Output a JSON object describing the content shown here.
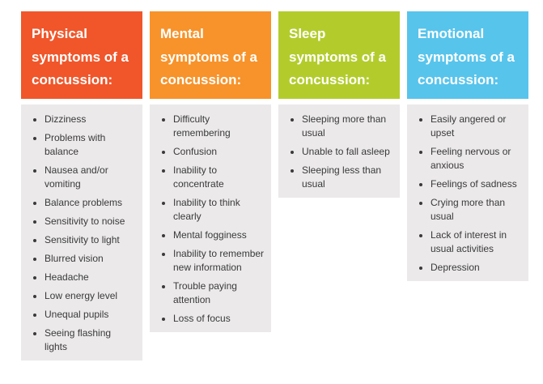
{
  "columns": [
    {
      "title_lines": [
        "Physical",
        "symptoms of a",
        "concussion:"
      ],
      "color": "#f0562a",
      "items": [
        "Dizziness",
        "Problems with balance",
        "Nausea and/or vomiting",
        "Balance problems",
        "Sensitivity to noise",
        "Sensitivity to light",
        "Blurred vision",
        "Headache",
        "Low energy level",
        "Unequal pupils",
        "Seeing flashing lights"
      ]
    },
    {
      "title_lines": [
        "Mental",
        "symptoms of a",
        "concussion:"
      ],
      "color": "#f7932a",
      "items": [
        "Difficulty remembering",
        "Confusion",
        "Inability to concentrate",
        "Inability to think clearly",
        "Mental fogginess",
        "Inability to remember new information",
        "Trouble paying attention",
        "Loss of focus"
      ]
    },
    {
      "title_lines": [
        "Sleep",
        "symptoms of a",
        "concussion:"
      ],
      "color": "#b3cc2c",
      "items": [
        "Sleeping more than usual",
        "Unable to fall asleep",
        "Sleeping less than usual"
      ]
    },
    {
      "title_lines": [
        "Emotional",
        "symptoms of a",
        "concussion:"
      ],
      "color": "#57c4ec",
      "items": [
        "Easily angered or upset",
        "Feeling nervous or anxious",
        "Feelings of sadness",
        "Crying more than usual",
        "Lack of interest in usual activities",
        "Depression"
      ]
    }
  ]
}
